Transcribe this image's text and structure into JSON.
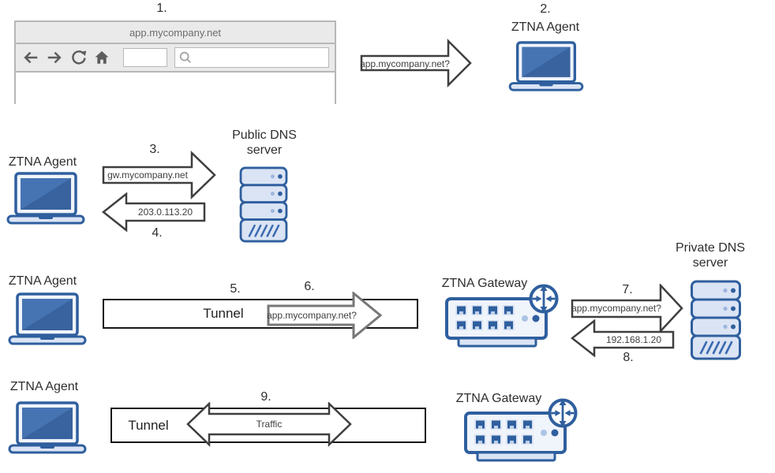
{
  "colors": {
    "accent_blue": "#2f5f9e",
    "icon_fill_light": "#dbe4f4",
    "screen_blue": "#38639f",
    "screen_blue_light": "#4674b3",
    "arrow_outline": "#3f3f3f",
    "arrow_outline_gray": "#777777",
    "tunnel_border": "#161616",
    "chrome_gray": "#eaeaea",
    "chrome_border": "#b7b7b7"
  },
  "steps": {
    "s1": "1.",
    "s2": "2.",
    "s3": "3.",
    "s4": "4.",
    "s5": "5.",
    "s6": "6.",
    "s7": "7.",
    "s8": "8.",
    "s9": "9."
  },
  "browser": {
    "address": "app.mycompany.net",
    "url_value": "",
    "search_value": "",
    "toolbar_icons": [
      "back-arrow",
      "forward-arrow",
      "refresh",
      "home",
      "magnifier"
    ]
  },
  "nodes": {
    "agent1": {
      "label": "ZTNA Agent",
      "icon": "laptop"
    },
    "agent2": {
      "label": "ZTNA Agent",
      "icon": "laptop"
    },
    "agent3": {
      "label": "ZTNA Agent",
      "icon": "laptop"
    },
    "agent4": {
      "label": "ZTNA Agent",
      "icon": "laptop"
    },
    "public_dns": {
      "label": "Public DNS server",
      "icon": "server-stack"
    },
    "private_dns": {
      "label": "Private DNS server",
      "icon": "server-stack"
    },
    "gateway3": {
      "label": "ZTNA Gateway",
      "icon": "switch-router"
    },
    "gateway4": {
      "label": "ZTNA Gateway",
      "icon": "switch-router"
    }
  },
  "tunnels": {
    "t3": {
      "label": "Tunnel"
    },
    "t4": {
      "label": "Tunnel"
    }
  },
  "arrows": {
    "a1": {
      "label": "app.mycompany.net?",
      "direction": "right"
    },
    "a3": {
      "label": "gw.mycompany.net",
      "direction": "right"
    },
    "a4": {
      "label": "203.0.113.20",
      "direction": "left"
    },
    "a6": {
      "label": "app.mycompany.net?",
      "direction": "right"
    },
    "a7": {
      "label": "app.mycompany.net?",
      "direction": "right"
    },
    "a8": {
      "label": "192.168.1.20",
      "direction": "left"
    },
    "a9": {
      "label": "Traffic",
      "direction": "both"
    }
  }
}
